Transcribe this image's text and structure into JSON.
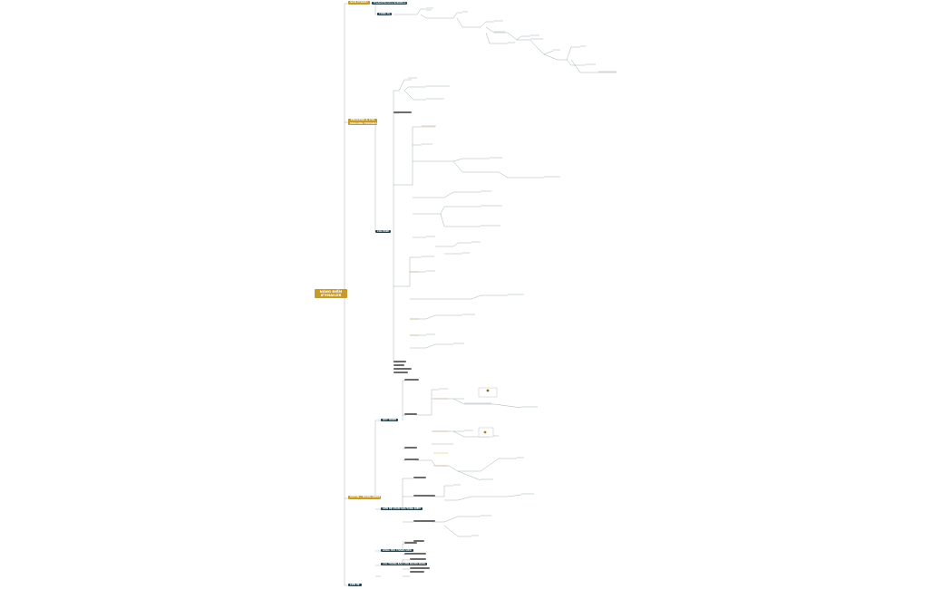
{
  "root": {
    "line1": "NÂNG ĐIỂM",
    "line2": "IFYMAILER"
  },
  "branches": {
    "b1": {
      "title": "SẢN PHẨM?",
      "child": "Product/Service Definition",
      "sub": "CÔNG CỤ"
    },
    "b2": {
      "title_line1": "PROCESS & CTA",
      "title_line2": "MAILING PROGRAM",
      "sub": "CÂU HÌNH"
    },
    "b3": {
      "title": "OPTIN / NÂNG ĐIỂM",
      "subs": [
        "QUY TRÌNH",
        "LIÊN HỆ CHĂM SÓC/TĂNG ĐIỂM",
        "KHÓA THƯ THÀNH VIÊN",
        "CÁC THÔNG BÁO CHO NGƯỜI DÙNG"
      ]
    },
    "b4": {
      "title": "LIÊN HỆ"
    }
  },
  "colors": {
    "gold": "#c89a2a",
    "navy": "#243f4a",
    "line": "#7a8f96",
    "grey": "#6b6b6b",
    "blue": "#3a8fb7"
  }
}
